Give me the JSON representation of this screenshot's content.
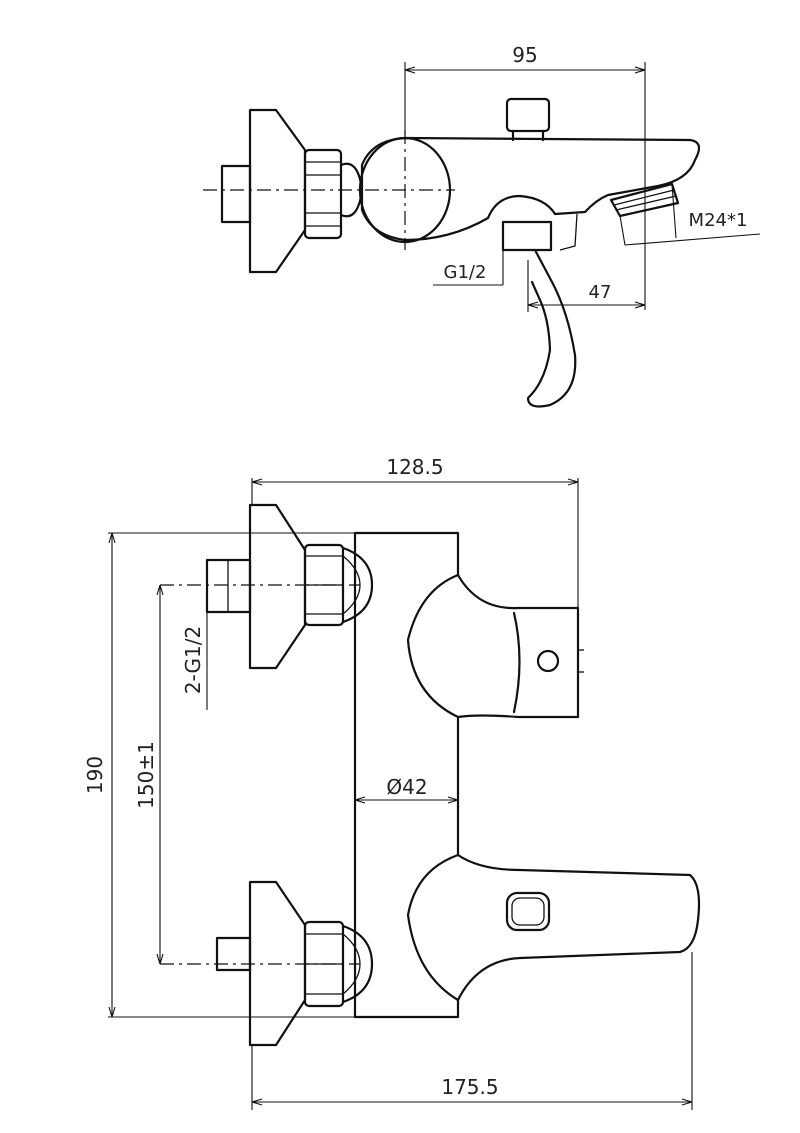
{
  "dimensions": {
    "top_width": "95",
    "spout_thread": "M24*1",
    "inlet_thread": "G1/2",
    "handle_offset": "47",
    "depth": "128.5",
    "inlet_threads": "2-G1/2",
    "overall_height": "190",
    "center_distance": "150±1",
    "body_diameter": "Ø42",
    "overall_width": "175.5"
  },
  "colors": {
    "line": "#111111",
    "background": "#ffffff"
  }
}
